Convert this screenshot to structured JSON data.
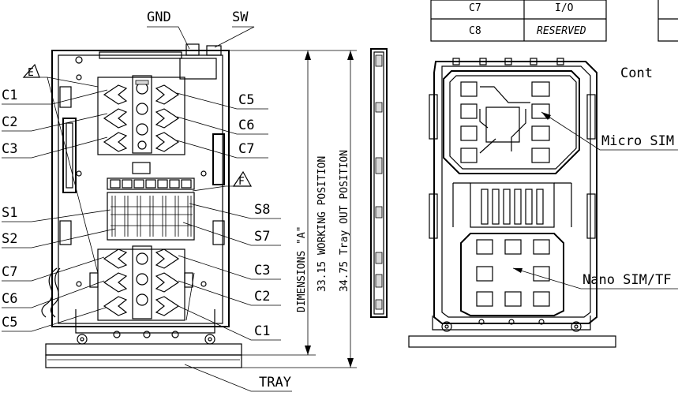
{
  "top_labels": {
    "gnd": "GND",
    "sw": "SW"
  },
  "left_labels": [
    "C1",
    "C2",
    "C3",
    "S1",
    "S2",
    "C7",
    "C6",
    "C5"
  ],
  "right_labels": [
    "C5",
    "C6",
    "C7",
    "S8",
    "S7",
    "C3",
    "C2",
    "C1"
  ],
  "tray_label": "TRAY",
  "dims": {
    "a_label": "DIMENSIONS \"A\"",
    "working": "33.15 WORKING POSITION",
    "out": "34.75 Tray OUT POSITION"
  },
  "flags": {
    "e": "E",
    "f": "F"
  },
  "table": {
    "rows": [
      {
        "pin": "C7",
        "func": "I/O"
      },
      {
        "pin": "C8",
        "func": "RESERVED"
      }
    ]
  },
  "tray_labels": {
    "cont": "Cont",
    "micro": "Micro SIM",
    "nano": "Nano SIM/TF"
  }
}
